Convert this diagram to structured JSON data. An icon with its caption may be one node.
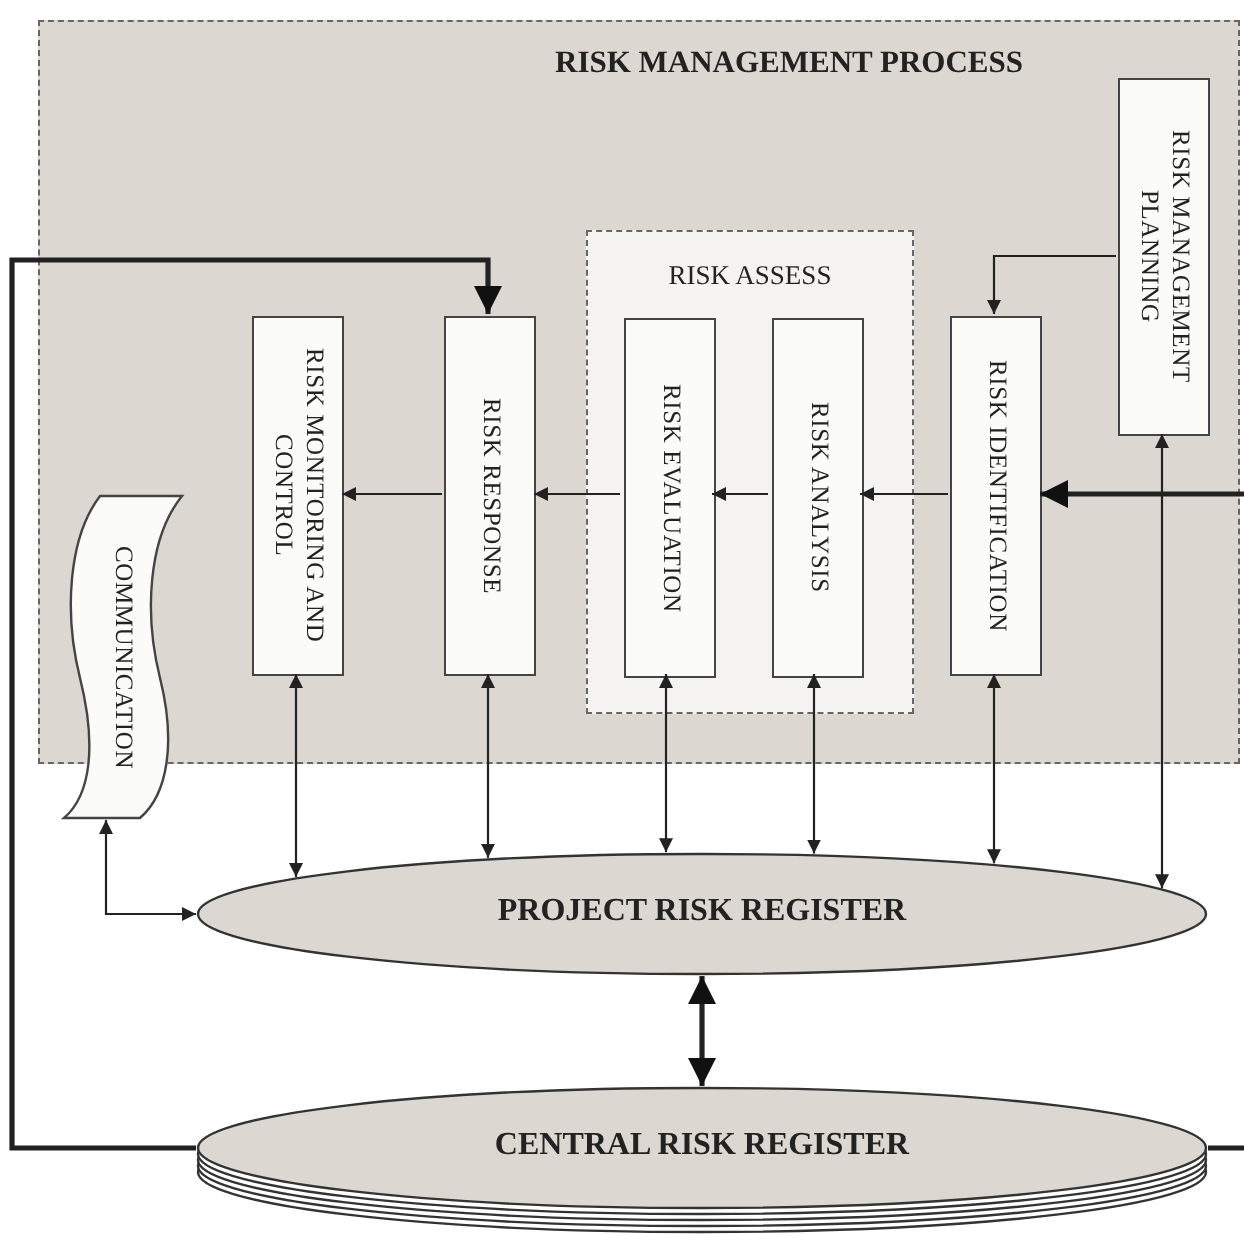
{
  "diagram": {
    "nodes": [
      {
        "text": [
          "RISK MANAGEMENT PROCESS"
        ]
      },
      {
        "text": [
          "RISK MANAGEMENT PLANNING"
        ],
        "in": 0
      },
      {
        "text": [
          "RISK ASSESS"
        ],
        "in": 0
      },
      {
        "text": [
          "RISK MONITORING AND CONTROL"
        ],
        "in": 0
      },
      {
        "text": [
          "RISK RESPONSE"
        ],
        "in": 0
      },
      {
        "text": [
          "RISK EVALUATION"
        ],
        "in": 2
      },
      {
        "text": [
          "RISK ANALYSIS"
        ],
        "in": 2
      },
      {
        "text": [
          "RISK IDENTIFICATION"
        ],
        "in": 0
      },
      {
        "text": [
          "COMMUNICATION"
        ]
      },
      {
        "text": [
          "PROJECT RISK REGISTER"
        ]
      },
      {
        "text": [
          "CENTRAL RISK REGISTER"
        ]
      }
    ],
    "edges": [
      {
        "from": 7,
        "to": 6,
        "arrow": "to"
      },
      {
        "from": 6,
        "to": 5,
        "arrow": "to"
      },
      {
        "from": 5,
        "to": 4,
        "arrow": "to"
      },
      {
        "from": 4,
        "to": 3,
        "arrow": "to"
      },
      {
        "from": 1,
        "to": 7,
        "arrow": "to"
      },
      {
        "from": null,
        "to": 7,
        "arrow": "to",
        "style": "thick"
      },
      {
        "from": 10,
        "to": 4,
        "arrow": "to",
        "style": "thick"
      },
      {
        "from": 10,
        "to": null,
        "arrow": "none",
        "style": "thick"
      },
      {
        "from": 3,
        "to": 9,
        "arrow": "both"
      },
      {
        "from": 4,
        "to": 9,
        "arrow": "both"
      },
      {
        "from": 5,
        "to": 9,
        "arrow": "both"
      },
      {
        "from": 6,
        "to": 9,
        "arrow": "both"
      },
      {
        "from": 7,
        "to": 9,
        "arrow": "both"
      },
      {
        "from": 1,
        "to": 9,
        "arrow": "both"
      },
      {
        "from": 8,
        "to": 9,
        "arrow": "both"
      },
      {
        "from": 9,
        "to": 10,
        "arrow": "both",
        "style": "thick"
      }
    ]
  }
}
